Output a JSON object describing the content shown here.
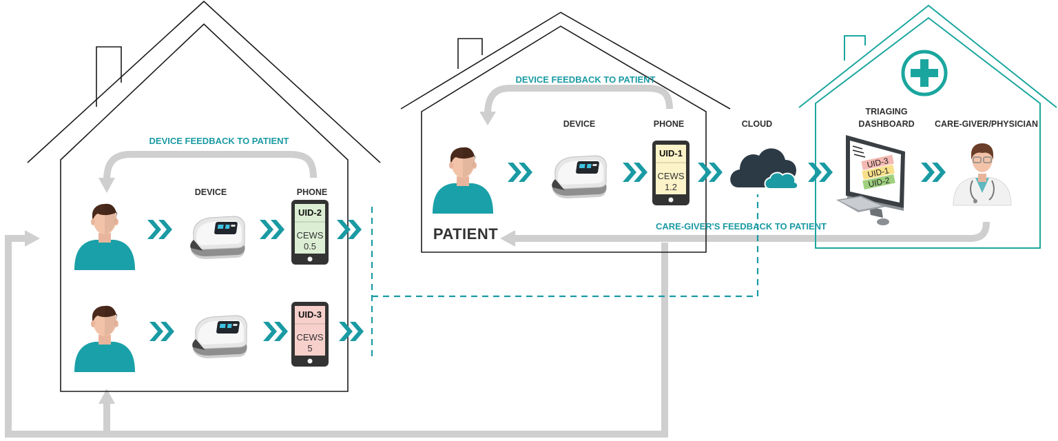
{
  "labels": {
    "device": "DEVICE",
    "phone": "PHONE",
    "cloud": "CLOUD",
    "triaging_line1": "TRIAGING",
    "triaging_line2": "DASHBOARD",
    "caregiver": "CARE-GIVER/PHYSICIAN",
    "patient": "PATIENT",
    "device_feedback": "DEVICE FEEDBACK TO PATIENT",
    "caregiver_feedback": "CARE-GIVER'S FEEDBACK TO PATIENT"
  },
  "phones": [
    {
      "uid": "UID-1",
      "metric": "CEWS",
      "value": "1.2",
      "color": "#fdf3c8"
    },
    {
      "uid": "UID-2",
      "metric": "CEWS",
      "value": "0.5",
      "color": "#dcefd4"
    },
    {
      "uid": "UID-3",
      "metric": "CEWS",
      "value": "5",
      "color": "#f7d0cc"
    }
  ],
  "dashboard": {
    "entries": [
      {
        "uid": "UID-3",
        "color": "#f4b9b2"
      },
      {
        "uid": "UID-1",
        "color": "#f8e08a"
      },
      {
        "uid": "UID-2",
        "color": "#9ed07e"
      }
    ]
  },
  "colors": {
    "teal": "#1a9aa3",
    "gray_arrow": "#cfcfcf",
    "house_line": "#1a1a1a",
    "hospital_line": "#1aa69e",
    "cloud_dark": "#2c3a46"
  },
  "icons": [
    "person-icon",
    "pulse-oximeter-icon",
    "phone-icon",
    "cloud-icon",
    "computer-icon",
    "doctor-icon",
    "medical-cross-icon",
    "chevron-icon"
  ]
}
